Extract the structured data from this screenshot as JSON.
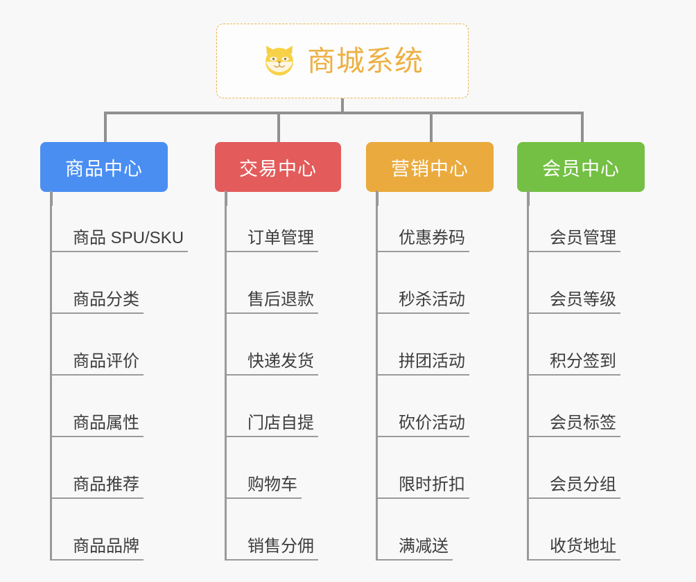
{
  "diagram": {
    "type": "mind-map",
    "background_color": "#f8f8f8",
    "root": {
      "title": "商城系统",
      "icon": "shiba-dog-face-icon",
      "text_color": "#edb043",
      "border_color": "#e8b44a",
      "background_color": "#fdfdfd"
    },
    "connector_color": "#909090",
    "branches": [
      {
        "label": "商品中心",
        "color": "#4a8ef2",
        "items": [
          "商品 SPU/SKU",
          "商品分类",
          "商品评价",
          "商品属性",
          "商品推荐",
          "商品品牌"
        ]
      },
      {
        "label": "交易中心",
        "color": "#e35b5b",
        "items": [
          "订单管理",
          "售后退款",
          "快递发货",
          "门店自提",
          "购物车",
          "销售分佣"
        ]
      },
      {
        "label": "营销中心",
        "color": "#eaaa3d",
        "items": [
          "优惠券码",
          "秒杀活动",
          "拼团活动",
          "砍价活动",
          "限时折扣",
          "满减送"
        ]
      },
      {
        "label": "会员中心",
        "color": "#74c044",
        "items": [
          "会员管理",
          "会员等级",
          "积分签到",
          "会员标签",
          "会员分组",
          "收货地址"
        ]
      }
    ]
  }
}
